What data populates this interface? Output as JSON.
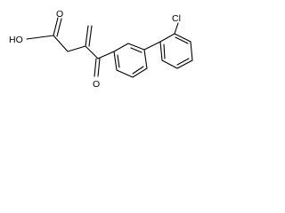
{
  "molecule": {
    "labels": {
      "hydroxyl": "HO",
      "chloro": "Cl",
      "acid_oxygen": "O",
      "ketone_oxygen": "O"
    },
    "colors": {
      "bond": "#000000",
      "text": "#000000",
      "background": "#ffffff"
    }
  }
}
